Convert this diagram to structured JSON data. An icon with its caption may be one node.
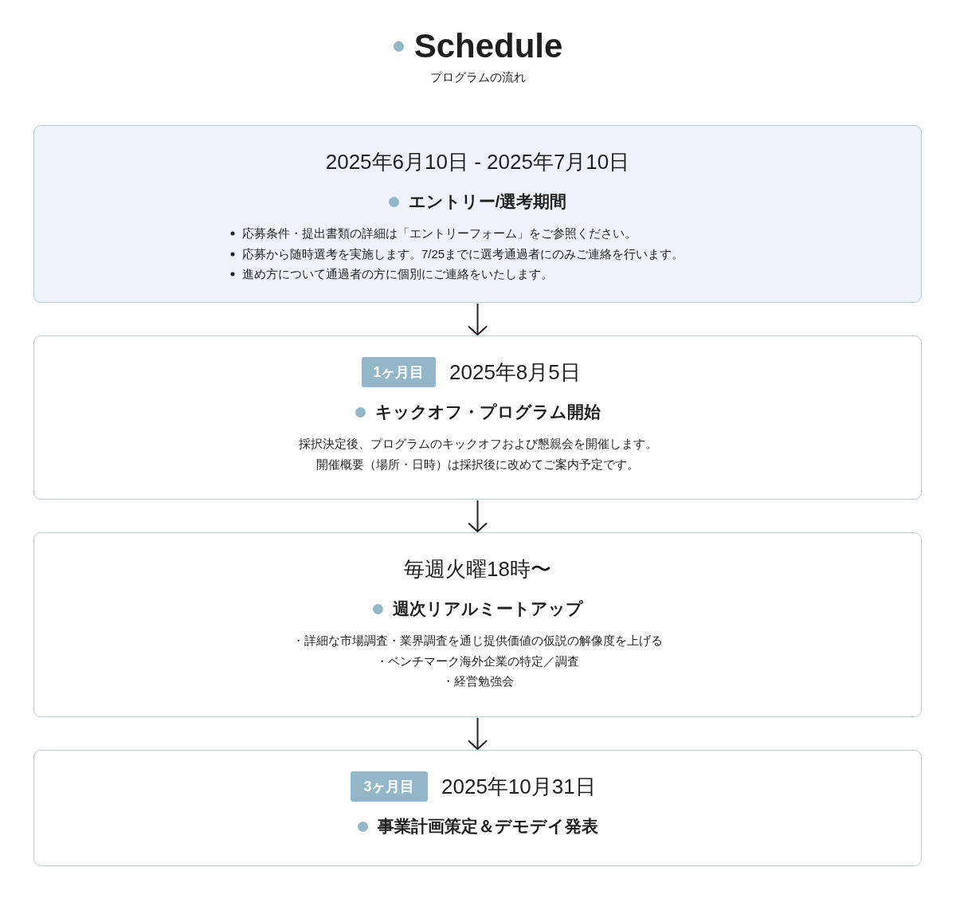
{
  "diagram": {
    "title": "Schedule",
    "nodes": [
      {
        "text": [
          "2025年6月10日 - 2025年7月10日",
          "エントリー/選考期間",
          "応募条件・提出書類の詳細は「エントリーフォーム」をご参照ください。",
          "応募から随時選考を実施します。7/25までに選考通過者にのみご連絡を行います。",
          "進め方について通過者の方に個別にご連絡をいたします。"
        ]
      },
      {
        "text": [
          "2025年8月5日",
          "キックオフ・プログラム開始",
          "採択決定後、プログラムのキックオフおよび懇親会を開催します。",
          "開催概要（場所・日時）は採択後に改めてご案内予定です。"
        ]
      },
      {
        "text": [
          "1ヶ月目"
        ],
        "in": 1
      },
      {
        "text": [
          "毎週火曜18時〜",
          "週次リアルミートアップ",
          "・詳細な市場調査・業界調査を通じ提供価値の仮説の解像度を上げる",
          "・ベンチマーク海外企業の特定／調査",
          "・経営勉強会"
        ]
      },
      {
        "text": [
          "2025年10月31日",
          "事業計画策定＆デモデイ発表"
        ]
      },
      {
        "text": [
          "3ヶ月目"
        ],
        "in": 4
      }
    ],
    "edges": [
      {
        "from": 0,
        "to": 1,
        "arrow": "to"
      },
      {
        "from": 1,
        "to": 3,
        "arrow": "to"
      },
      {
        "from": 3,
        "to": 4,
        "arrow": "to"
      }
    ],
    "labels": [
      "プログラムの流れ"
    ]
  }
}
